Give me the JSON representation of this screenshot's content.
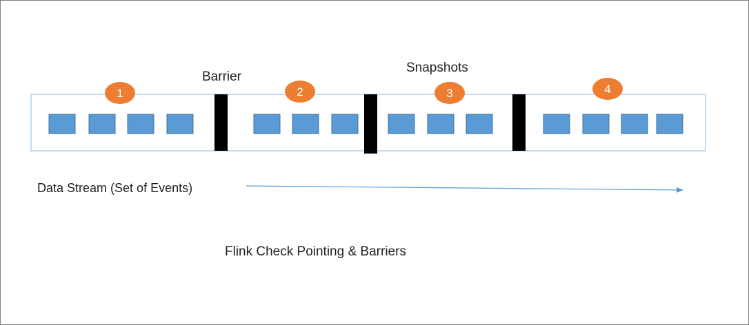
{
  "labels": {
    "barrier": "Barrier",
    "snapshots": "Snapshots",
    "data_stream": "Data Stream (Set of Events)",
    "title": "Flink Check Pointing & Barriers"
  },
  "segments": [
    {
      "badge": "1",
      "event_count": 4
    },
    {
      "badge": "2",
      "event_count": 3
    },
    {
      "badge": "3",
      "event_count": 3
    },
    {
      "badge": "4",
      "event_count": 4
    }
  ],
  "barrier_count": 3,
  "colors": {
    "stream_border": "#9dc3e6",
    "event_fill": "#5b9bd5",
    "event_stroke": "#41719c",
    "barrier": "#000000",
    "badge": "#ed7d31",
    "arrow": "#5b9bd5",
    "text": "#222222"
  }
}
